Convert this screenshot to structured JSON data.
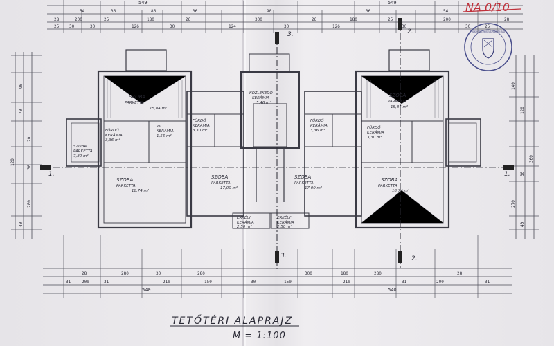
{
  "drawing": {
    "title": "TETŐTÉRI ALAPRAJZ",
    "scale": "M = 1:100",
    "red_mark": "NA 0/10",
    "stamp_text": "Mezőkövesd Város Önkormányzata Polgármesteri Hivatal"
  },
  "sections": {
    "s1_left": "1.",
    "s1_right": "1.",
    "s2_top": "2.",
    "s2_bottom": "2.",
    "s3_top": "3.",
    "s3_bottom": "3."
  },
  "rooms": [
    {
      "name": "SZOBA",
      "sub": "PARKETTA",
      "area": "15,84 m²"
    },
    {
      "name": "FÜRDŐ",
      "sub": "KERÁMIA",
      "area": "3,36 m²"
    },
    {
      "name": "SZOBA",
      "sub": "PARKETTA",
      "area": "7,80 m²"
    },
    {
      "name": "WC",
      "sub": "KERÁMIA",
      "area": "1,56 m²"
    },
    {
      "name": "FÜRDŐ",
      "sub": "KERÁMIA",
      "area": "3,30 m²"
    },
    {
      "name": "SZOBA",
      "sub": "PARKETTA",
      "area": "18,74 m²"
    },
    {
      "name": "SZOBA",
      "sub": "PARKETTA",
      "area": "17,00 m²"
    },
    {
      "name": "KÖZLEKEDŐ",
      "sub": "KERÁMIA",
      "area": "5,46 m²"
    },
    {
      "name": "FÜRDŐ",
      "sub": "KERÁMIA",
      "area": "3,36 m²"
    },
    {
      "name": "SZOBA",
      "sub": "PARKETTA",
      "area": "17,00 m²"
    },
    {
      "name": "SZOBA",
      "sub": "PARKETTA",
      "area": "15,84 m²"
    },
    {
      "name": "FÜRDŐ",
      "sub": "KERÁMIA",
      "area": "3,30 m²"
    },
    {
      "name": "SZOBA",
      "sub": "PARKETTA",
      "area": "18,74 m²"
    },
    {
      "name": "ERKÉLY",
      "sub": "KERÁMIA",
      "area": "2,50 m²"
    },
    {
      "name": "ERKÉLY",
      "sub": "KERÁMIA",
      "area": "2,50 m²"
    }
  ],
  "dimensions": {
    "top_row1": [
      "54",
      "36",
      "86",
      "36",
      "90",
      "36",
      "54"
    ],
    "top_row2": [
      "28",
      "200",
      "25",
      "180",
      "26",
      "300",
      "26",
      "180",
      "25",
      "200",
      "28"
    ],
    "top_row3": [
      "25",
      "30",
      "30",
      "126",
      "30",
      "124",
      "30",
      "126",
      "30",
      "30",
      "25"
    ],
    "top_totals": [
      "549",
      "549"
    ],
    "bottom_row1": [
      "28",
      "280",
      "30",
      "280",
      "300",
      "180",
      "280",
      "28"
    ],
    "bottom_row2": [
      "31",
      "200",
      "31",
      "210",
      "150",
      "30",
      "150",
      "210",
      "31",
      "200",
      "31"
    ],
    "bottom_totals": [
      "540",
      "540"
    ],
    "left": [
      "120",
      "90",
      "70",
      "20",
      "280",
      "30",
      "40"
    ],
    "right": [
      "140",
      "120",
      "360",
      "270",
      "30",
      "40"
    ]
  }
}
